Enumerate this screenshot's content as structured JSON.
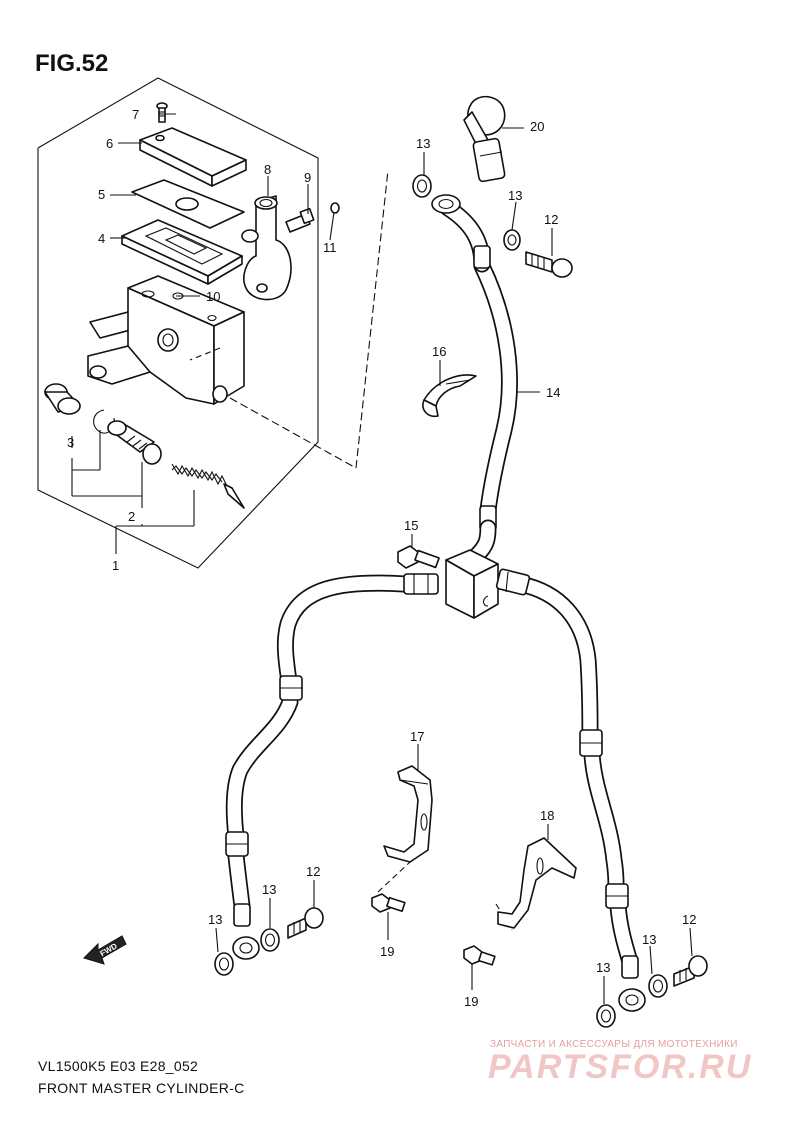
{
  "figure": {
    "title": "FIG.52",
    "model_code": "VL1500K5 E03 E28_052",
    "caption": "FRONT MASTER CYLINDER-C"
  },
  "parts": {
    "p1": "1",
    "p2": "2",
    "p3": "3",
    "p4": "4",
    "p5": "5",
    "p6": "6",
    "p7": "7",
    "p8": "8",
    "p9": "9",
    "p10": "10",
    "p11": "11",
    "p12": "12",
    "p13": "13",
    "p14": "14",
    "p15": "15",
    "p16": "16",
    "p17": "17",
    "p18": "18",
    "p19": "19",
    "p20": "20"
  },
  "direction_marker": "FWD",
  "watermark": {
    "tagline": "ЗАПЧАСТИ И АКСЕССУАРЫ ДЛЯ МОТОТЕХНИКИ",
    "logo": "PARTSFOR.RU"
  }
}
